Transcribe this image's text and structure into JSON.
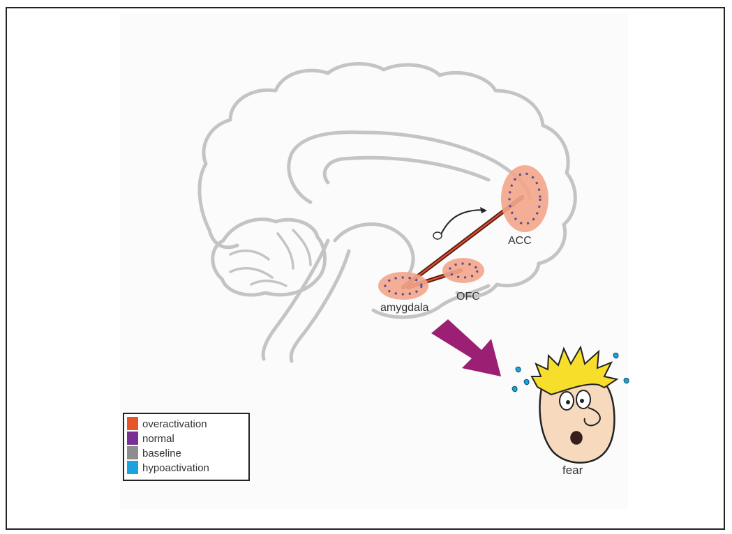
{
  "labels": {
    "acc": "ACC",
    "ofc": "OFC",
    "amygdala": "amygdala",
    "fear": "fear"
  },
  "legend": {
    "items": [
      {
        "label": "overactivation",
        "color": "#e8542a"
      },
      {
        "label": "normal",
        "color": "#7a2f93"
      },
      {
        "label": "baseline",
        "color": "#8d8d8d"
      },
      {
        "label": "hypoactivation",
        "color": "#1aa3dd"
      }
    ]
  },
  "colors": {
    "brain_outline": "#c4c4c4",
    "region_fill": "#f2a58a",
    "region_dots": "#5a4a8a",
    "arrow": "#9b1f72",
    "pathway": "#5a1f1a"
  }
}
